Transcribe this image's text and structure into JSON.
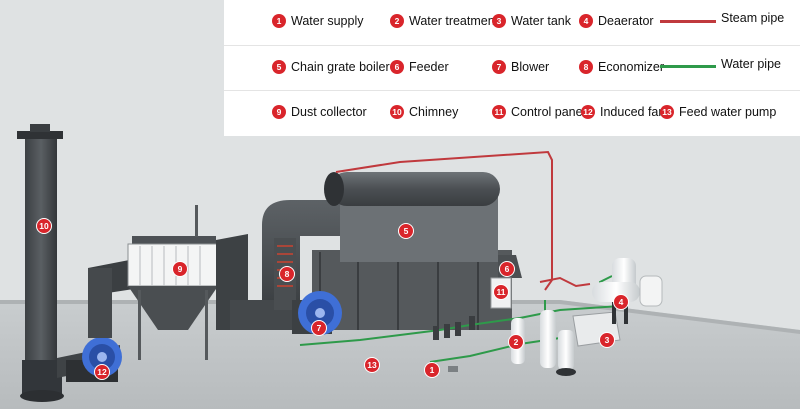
{
  "legend": {
    "items": [
      {
        "n": "1",
        "label": "Water supply"
      },
      {
        "n": "2",
        "label": "Water treatment"
      },
      {
        "n": "3",
        "label": "Water tank"
      },
      {
        "n": "4",
        "label": "Deaerator"
      },
      {
        "n": "5",
        "label": "Chain grate boiler"
      },
      {
        "n": "6",
        "label": "Feeder"
      },
      {
        "n": "7",
        "label": "Blower"
      },
      {
        "n": "8",
        "label": "Economizer"
      },
      {
        "n": "9",
        "label": "Dust collector"
      },
      {
        "n": "10",
        "label": "Chimney"
      },
      {
        "n": "11",
        "label": "Control panel"
      },
      {
        "n": "12",
        "label": "Induced fan"
      },
      {
        "n": "13",
        "label": "Feed water pump"
      }
    ],
    "pipes": [
      {
        "label": "Steam pipe",
        "color": "#c0393d"
      },
      {
        "label": "Water pipe",
        "color": "#2e9a4a"
      }
    ]
  },
  "markers": [
    "10",
    "9",
    "12",
    "8",
    "7",
    "5",
    "6",
    "11",
    "13",
    "1",
    "2",
    "3",
    "4"
  ],
  "colors": {
    "badge": "#d9252b",
    "steam": "#c0393d",
    "water": "#2e9a4a",
    "blower": "#3f6fd6"
  }
}
